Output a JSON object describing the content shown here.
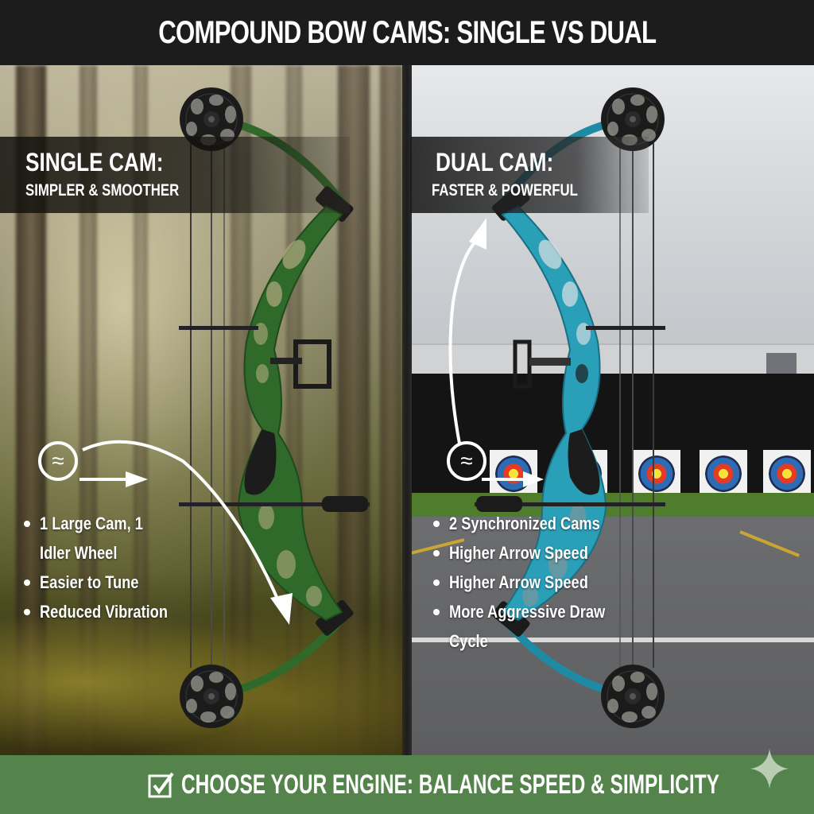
{
  "header": {
    "title": "COMPOUND BOW CAMS: SINGLE VS DUAL"
  },
  "left_panel": {
    "background": "forest",
    "bow_color": "#2f6a2a",
    "label": {
      "title": "SINGLE CAM:",
      "subtitle": "SIMPLER & SMOOTHER"
    },
    "icon": "wave-circle-icon",
    "bullets": [
      {
        "line1": "1 Large Cam, 1",
        "line2": "Idler Wheel"
      },
      {
        "line1": "Easier to Tune"
      },
      {
        "line1": "Reduced Vibration"
      }
    ]
  },
  "right_panel": {
    "background": "archery-range",
    "bow_color": "#2a9fb8",
    "label": {
      "title": "DUAL CAM:",
      "subtitle": "FASTER & POWERFUL"
    },
    "icon": "wave-circle-icon",
    "bullets": [
      {
        "line1": "2 Synchronized Cams"
      },
      {
        "line1": "Higher Arrow Speed"
      },
      {
        "line1": "Higher Arrow Speed"
      },
      {
        "line1": "More Aggressive Draw",
        "line2": "Cycle"
      }
    ],
    "targets_count": 5
  },
  "footer": {
    "icon": "checkbox-checked-icon",
    "text": "CHOOSE YOUR ENGINE: BALANCE SPEED & SIMPLICITY",
    "bg_color": "#54834b"
  },
  "decor": {
    "sparkle_icon": "sparkle-icon"
  }
}
